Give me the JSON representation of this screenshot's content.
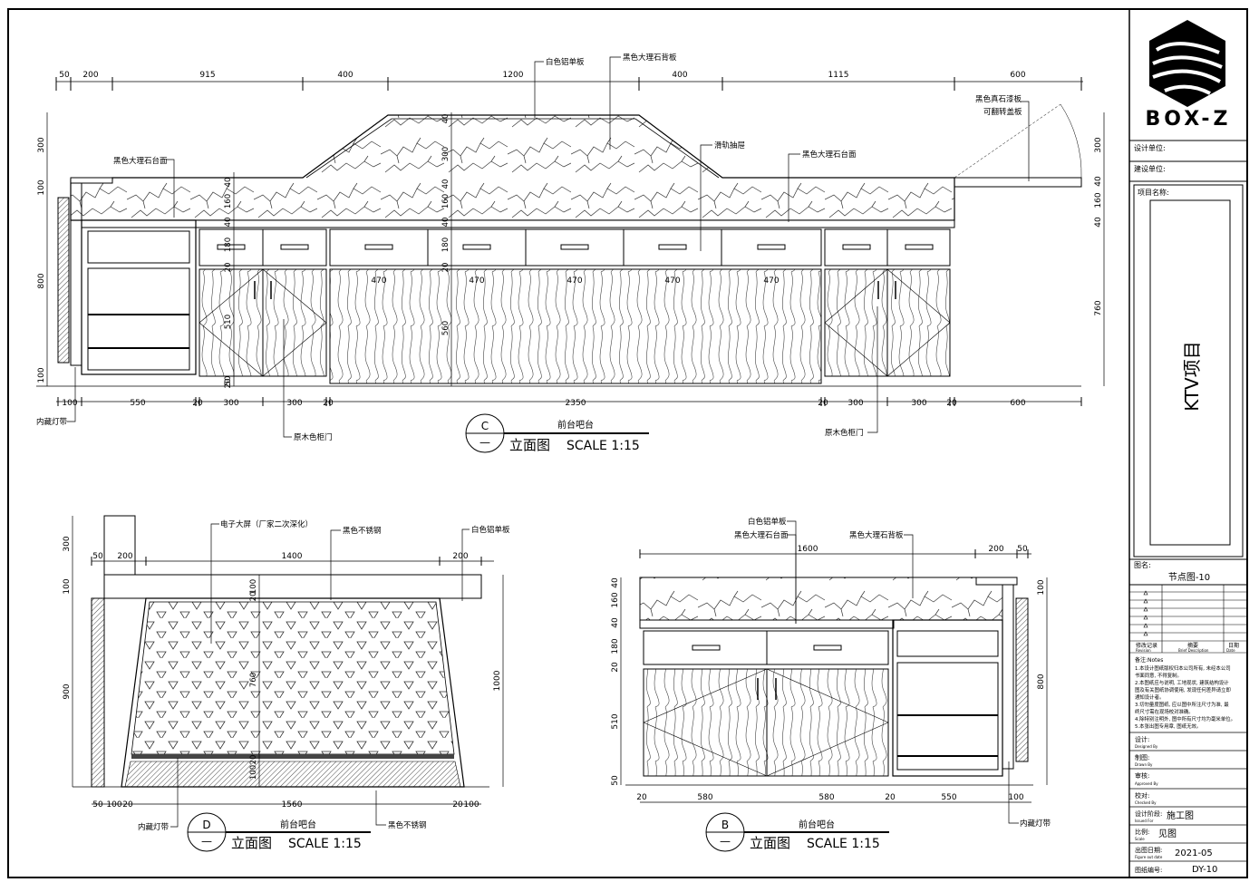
{
  "title_block": {
    "logo_text": "BOX-Z",
    "design_unit_label": "设计单位:",
    "build_unit_label": "建设单位:",
    "project_name_label": "项目名称:",
    "project_name": "KTV项目",
    "drawing_name_label": "图名:",
    "drawing_name": "节点图-10",
    "revision_headers": [
      "修改记录",
      "摘要",
      "日期"
    ],
    "revision_headers_en": [
      "Revision",
      "Brief Description",
      "Date"
    ],
    "notes_title": "备注:Notes",
    "notes": [
      "1.本设计图纸版权归本公司所有, 未经本公司",
      "书面同意, 不得复制。",
      "2.本图纸应与说明, 工地现状, 建筑结构设计",
      "图及有关图纸协调使用, 发现任何差异请立即",
      "通知设计者。",
      "3.切勿量度图纸, 应以图中所注尺寸为准, 最",
      "终尺寸需在现场校对准确。",
      "4.除特别注明外, 图中所有尺寸均为毫米单位。",
      "5.本张出图专用章, 图纸无效。"
    ],
    "design_label": "设计:",
    "design_label_en": "Designed By",
    "drawn_label": "制图:",
    "drawn_label_en": "Drawn By",
    "approved_label": "审核:",
    "approved_label_en": "Approved By",
    "checked_label": "校对:",
    "checked_label_en": "Checked By",
    "issued_label": "设计阶段:",
    "issued_label_en": "Issued For",
    "issued_value": "施工图",
    "scale_label": "比例:",
    "scale_label_en": "Scale",
    "scale_value": "见图",
    "date_label": "出图日期:",
    "date_label_en": "Figure out date",
    "date_value": "2021-05",
    "number_label": "图纸编号:",
    "number_value": "DY-10"
  },
  "elevation_c": {
    "id": "C",
    "name": "前台吧台",
    "title": "立面图",
    "scale": "SCALE 1:15",
    "top_dims": [
      "50",
      "200",
      "915",
      "400",
      "1200",
      "400",
      "1115",
      "600"
    ],
    "bottom_dims": [
      "100",
      "550",
      "20",
      "300",
      "300",
      "20",
      "2350",
      "20",
      "300",
      "300",
      "20",
      "600"
    ],
    "left_dims": [
      "300",
      "100",
      "800",
      "100"
    ],
    "right_dims": [
      "300",
      "40",
      "160",
      "40",
      "760"
    ],
    "inner_dims": [
      "40",
      "300",
      "40",
      "160",
      "40",
      "180",
      "20",
      "560",
      "20",
      "510",
      "20",
      "180",
      "40",
      "160",
      "40",
      "50"
    ],
    "drawer_widths": [
      "470",
      "470",
      "470",
      "470",
      "470"
    ],
    "labels": {
      "white_alu": "白色铝单板",
      "black_marble_back": "黑色大理石背板",
      "black_glass_panel": "黑色真石漆板",
      "flip_cover": "可翻转盖板",
      "marble_top_left": "黑色大理石台面",
      "slide_drawer": "滑轨抽屉",
      "marble_top_right": "黑色大理石台面",
      "led_strip": "内藏灯带",
      "wood_door_left": "原木色柜门",
      "wood_door_right": "原木色柜门"
    }
  },
  "elevation_d": {
    "id": "D",
    "name": "前台吧台",
    "title": "立面图",
    "scale": "SCALE 1:15",
    "top_dims": [
      "50",
      "200",
      "1400",
      "200"
    ],
    "bottom_dims": [
      "50",
      "100",
      "20",
      "1560",
      "20",
      "100"
    ],
    "left_dims": [
      "300",
      "100",
      "900"
    ],
    "right_dims": [
      "1000"
    ],
    "inner_dims": [
      "20",
      "100",
      "760",
      "100",
      "20"
    ],
    "labels": {
      "screen": "电子大屏（厂家二次深化）",
      "steel_top": "黑色不锈钢",
      "white_alu": "白色铝单板",
      "led_strip": "内藏灯带",
      "steel_bottom": "黑色不锈钢"
    }
  },
  "elevation_b": {
    "id": "B",
    "name": "前台吧台",
    "title": "立面图",
    "scale": "SCALE 1:15",
    "top_dims": [
      "1600",
      "200",
      "50"
    ],
    "bottom_dims": [
      "20",
      "580",
      "580",
      "20",
      "550",
      "100"
    ],
    "left_dims": [
      "40",
      "160",
      "40",
      "180",
      "20",
      "510",
      "50"
    ],
    "right_dims": [
      "100",
      "800"
    ],
    "labels": {
      "white_alu": "白色铝单板",
      "marble_top": "黑色大理石台面",
      "marble_back": "黑色大理石背板",
      "led_strip": "内藏灯带"
    }
  }
}
